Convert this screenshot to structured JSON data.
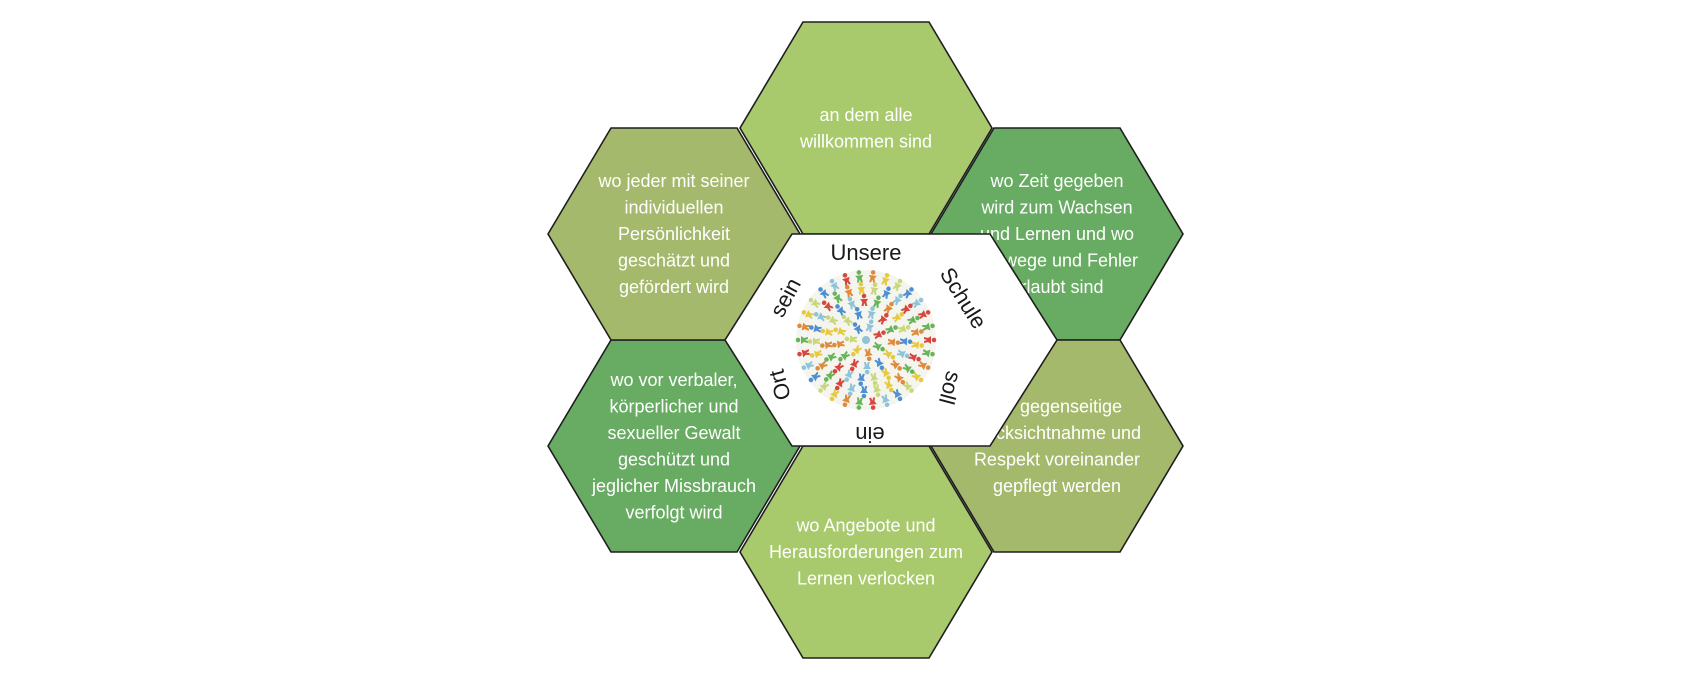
{
  "colors": {
    "light_green": "#a8ca6c",
    "olive_green": "#a5b96d",
    "dark_green": "#68ab62",
    "outline": "#1e1e1e",
    "center_fill": "#ffffff"
  },
  "center": {
    "words": [
      "Unsere",
      "Schule",
      "soll",
      "ein",
      "Ort",
      "sein"
    ],
    "image": "globe-of-paper-figures-icon"
  },
  "hexagons": [
    {
      "id": "top",
      "color": "light_green",
      "lines": [
        "an dem alle",
        "willkommen sind"
      ]
    },
    {
      "id": "upper-right",
      "color": "dark_green",
      "lines": [
        "wo Zeit gegeben",
        "wird zum Wachsen",
        "und Lernen und wo",
        "Umwege und Fehler",
        "erlaubt sind"
      ]
    },
    {
      "id": "lower-right",
      "color": "olive_green",
      "lines": [
        "wo gegenseitige",
        "Rücksichtnahme und",
        "Respekt voreinander",
        "gepflegt werden"
      ]
    },
    {
      "id": "bottom",
      "color": "light_green",
      "lines": [
        "wo Angebote und",
        "Herausforderungen zum",
        "Lernen verlocken"
      ]
    },
    {
      "id": "lower-left",
      "color": "dark_green",
      "lines": [
        "wo vor verbaler,",
        "körperlicher und",
        "sexueller Gewalt",
        "geschützt und",
        "jeglicher Missbrauch",
        "verfolgt wird"
      ]
    },
    {
      "id": "upper-left",
      "color": "olive_green",
      "lines": [
        "wo jeder mit seiner",
        "individuellen",
        "Persönlichkeit",
        "geschätzt und",
        "gefördert wird"
      ]
    }
  ]
}
